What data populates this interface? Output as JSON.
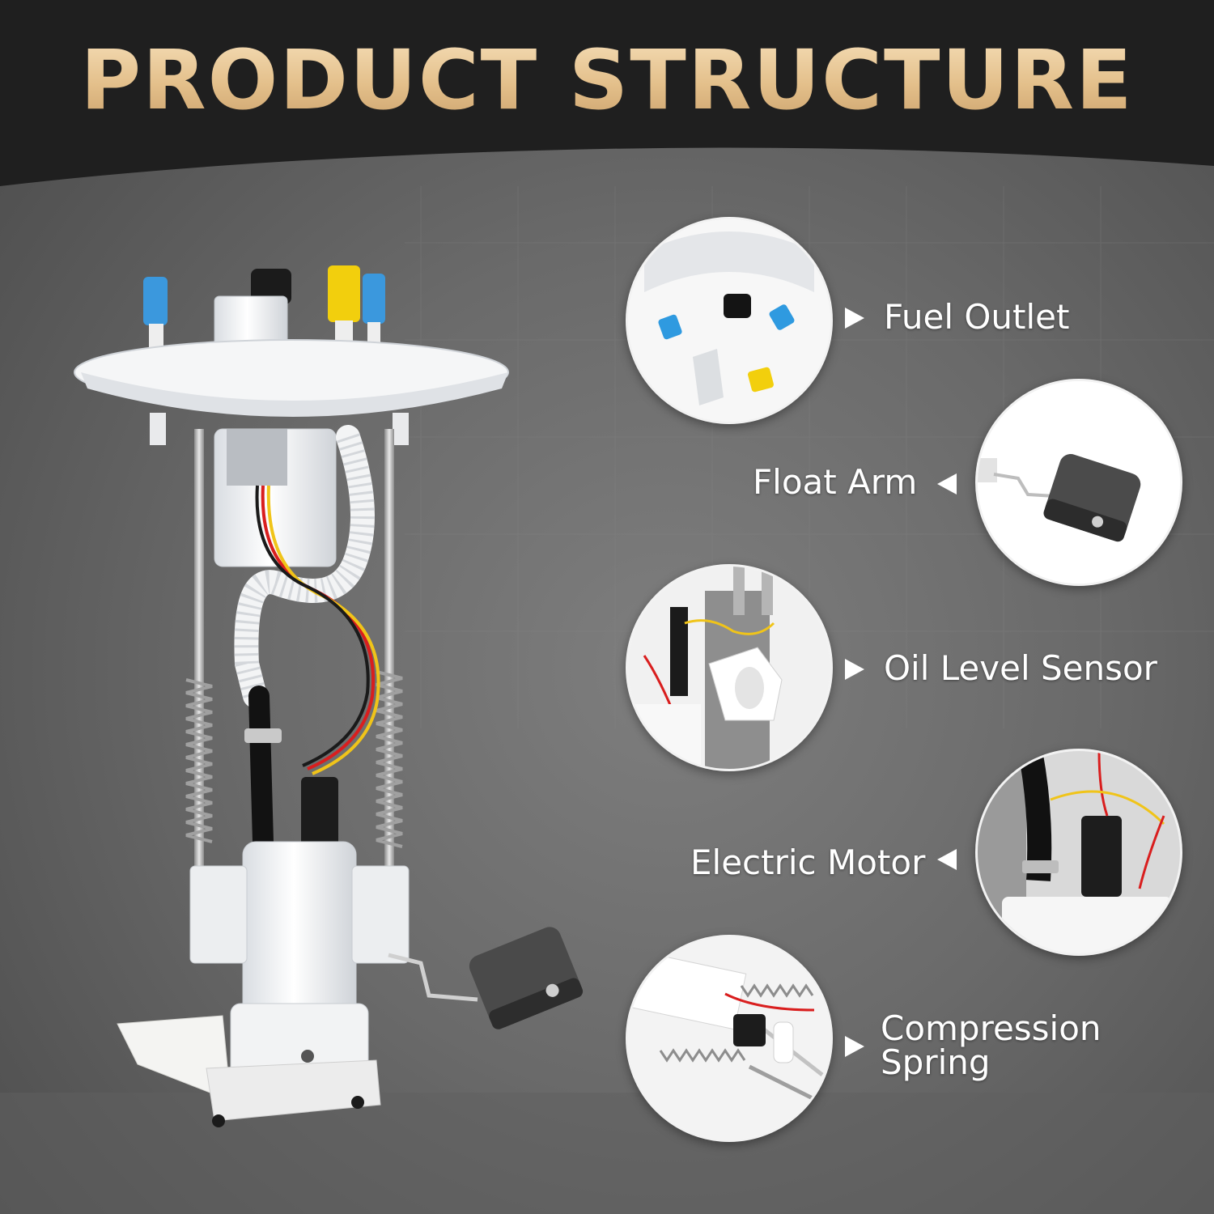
{
  "title": "PRODUCT STRUCTURE",
  "colors": {
    "title_gold": "#e3bf8a",
    "header_bg": "#1f1f1f",
    "background": "#6a6a6a",
    "label_text": "#ffffff",
    "connector_blue": "#2f9ae0",
    "connector_yellow": "#f2cf0d",
    "wire_red": "#d91e1e",
    "wire_yellow": "#f0c419"
  },
  "callouts": [
    {
      "id": "fuel-outlet",
      "label": "Fuel Outlet",
      "arrow": "right"
    },
    {
      "id": "float-arm",
      "label": "Float Arm",
      "arrow": "left"
    },
    {
      "id": "oil-level-sensor",
      "label": "Oil Level Sensor",
      "arrow": "right"
    },
    {
      "id": "electric-motor",
      "label": "Electric Motor",
      "arrow": "left"
    },
    {
      "id": "compression-spring",
      "label_line1": "Compression",
      "label_line2": "Spring",
      "arrow": "right"
    }
  ]
}
